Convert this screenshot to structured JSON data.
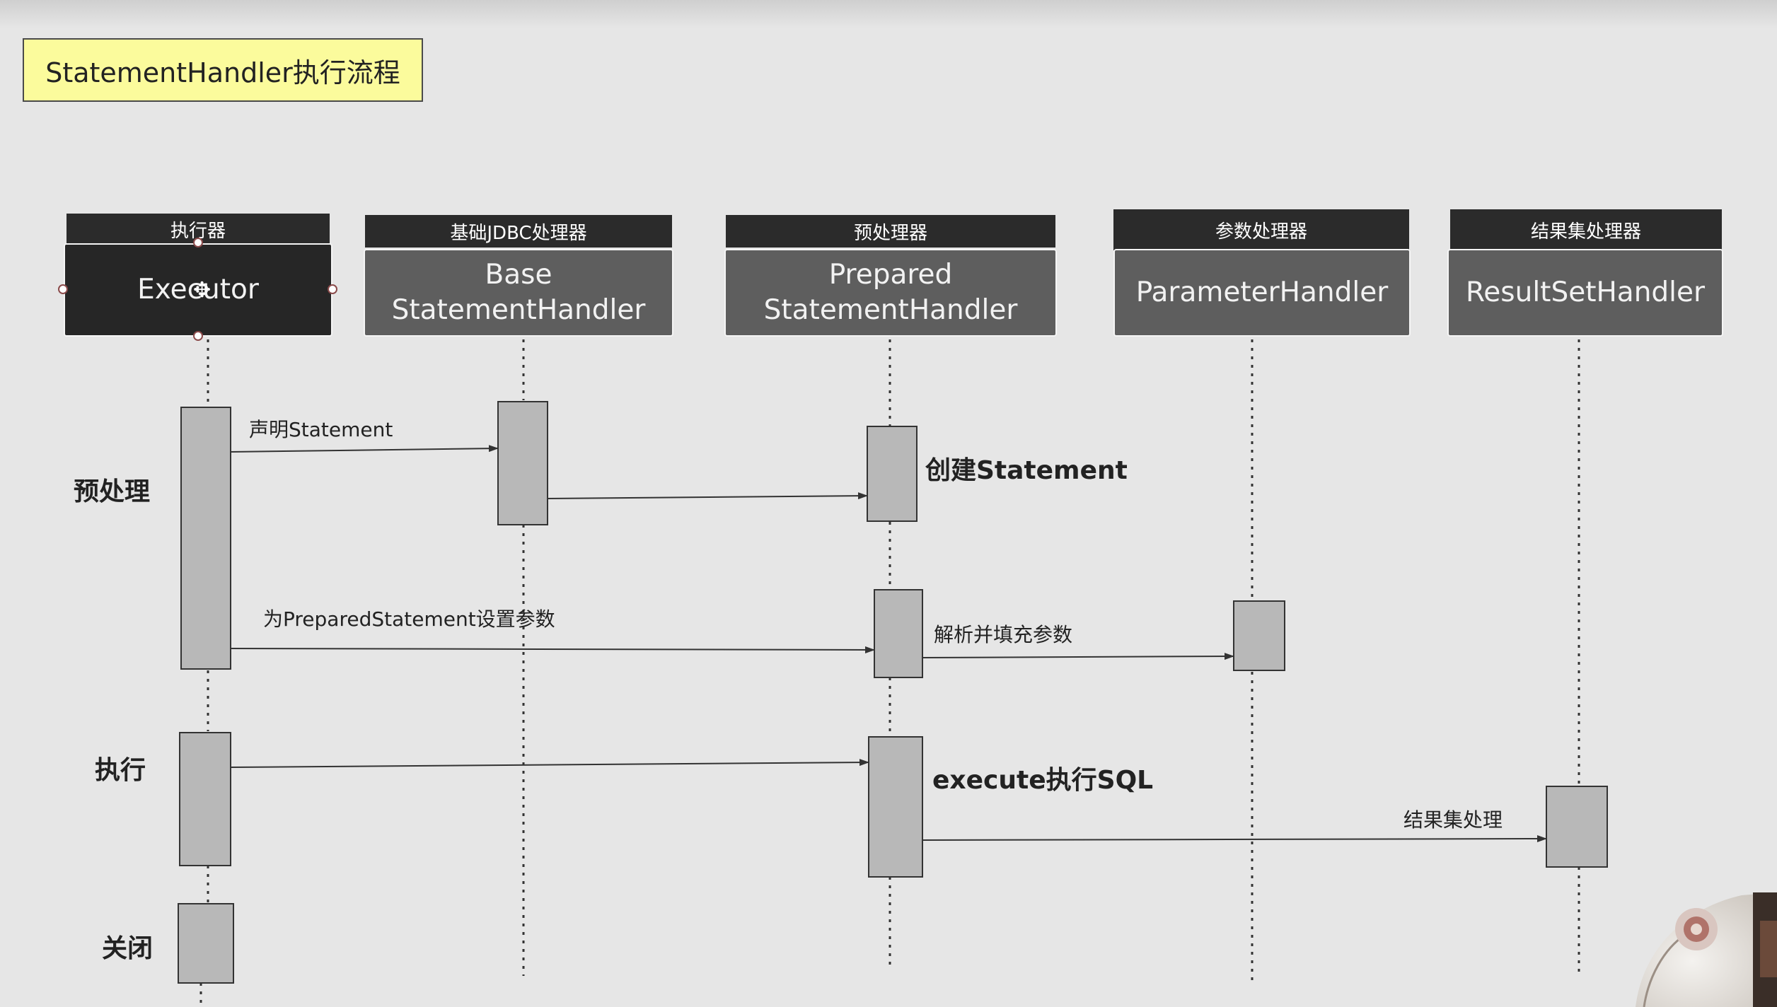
{
  "title": "StatementHandler执行流程",
  "lanes": [
    {
      "header": "执行器",
      "name": "Executor"
    },
    {
      "header": "基础JDBC处理器",
      "name_line1": "Base",
      "name_line2": "StatementHandler"
    },
    {
      "header": "预处理器",
      "name_line1": "Prepared",
      "name_line2": "StatementHandler"
    },
    {
      "header": "参数处理器",
      "name": "ParameterHandler"
    },
    {
      "header": "结果集处理器",
      "name": "ResultSetHandler"
    }
  ],
  "sections": {
    "prepare": "预处理",
    "execute": "执行",
    "close": "关闭"
  },
  "messages": {
    "declare_statement": "声明Statement",
    "create_statement": "创建Statement",
    "set_params": "为PreparedStatement设置参数",
    "parse_params": "解析并填充参数",
    "execute_sql": "execute执行SQL",
    "result_handling": "结果集处理"
  },
  "colors": {
    "title_bg": "#fbfb9c",
    "lane_header_bg": "#2b2b2b",
    "lane_box_bg": "#5e5e5e",
    "executor_box_bg": "#262626",
    "activation_bg": "#b8b8b8",
    "canvas_bg": "#e6e6e6"
  }
}
